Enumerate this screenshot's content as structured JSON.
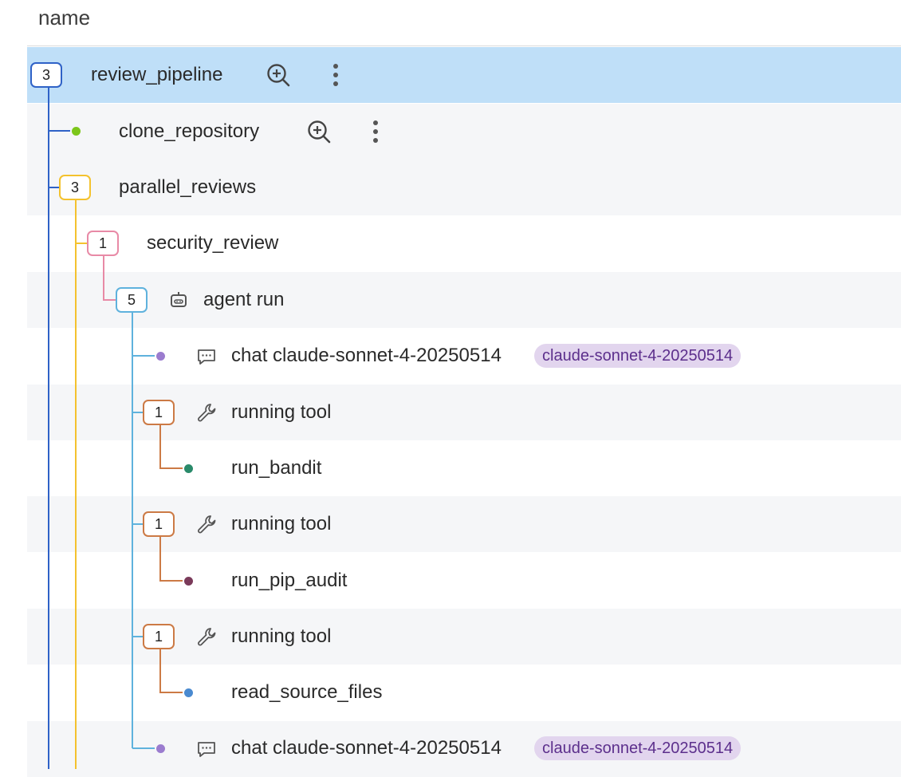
{
  "header": {
    "title": "name"
  },
  "colors": {
    "selected_row": "#bfdff8",
    "alt_row": "#f5f6f8",
    "depth1": "#2f62c7",
    "depth2": "#f4c22e",
    "depth3": "#e88aa6",
    "depth4": "#5fb2dd",
    "tool": "#cc7a45",
    "model_pill_bg": "#e2d5ee",
    "model_pill_text": "#5c2f8c"
  },
  "rows": [
    {
      "label": "review_pipeline",
      "count": "3",
      "selected": true,
      "actions": [
        "zoom-in-icon",
        "more-vert-icon"
      ]
    },
    {
      "label": "clone_repository",
      "dot_color": "#7cc61a",
      "actions": [
        "zoom-in-icon",
        "more-vert-icon"
      ]
    },
    {
      "label": "parallel_reviews",
      "count": "3"
    },
    {
      "label": "security_review",
      "count": "1"
    },
    {
      "label": "agent run",
      "count": "5",
      "icon": "robot-icon"
    },
    {
      "label": "chat claude-sonnet-4-20250514",
      "dot_color": "#9b7ccf",
      "icon": "chat-icon",
      "model": "claude-sonnet-4-20250514"
    },
    {
      "label": "running tool",
      "count": "1",
      "icon": "wrench-icon"
    },
    {
      "label": "run_bandit",
      "dot_color": "#2a8a6a"
    },
    {
      "label": "running tool",
      "count": "1",
      "icon": "wrench-icon"
    },
    {
      "label": "run_pip_audit",
      "dot_color": "#7a3a5a"
    },
    {
      "label": "running tool",
      "count": "1",
      "icon": "wrench-icon"
    },
    {
      "label": "read_source_files",
      "dot_color": "#4a8ad0"
    },
    {
      "label": "chat claude-sonnet-4-20250514",
      "dot_color": "#9b7ccf",
      "icon": "chat-icon",
      "model": "claude-sonnet-4-20250514"
    }
  ]
}
